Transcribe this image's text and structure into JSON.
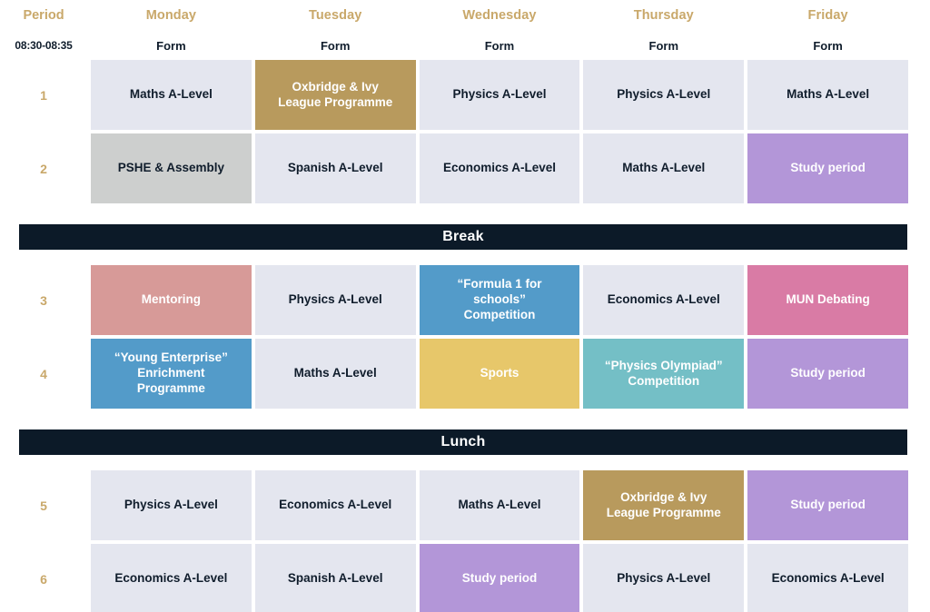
{
  "header": {
    "period_column_label": "Period",
    "time_label": "08:30-08:35",
    "days": [
      "Monday",
      "Tuesday",
      "Wednesday",
      "Thursday",
      "Friday"
    ],
    "form_label": "Form",
    "form_row": [
      "Form",
      "Form",
      "Form",
      "Form",
      "Form"
    ]
  },
  "colors": {
    "day_header": "#c9a86a",
    "period_number": "#c9a86a",
    "lesson_bg": "#e4e6ef",
    "lesson_text": "#101d2c",
    "grey": "#cdcfce",
    "gold": "#b89a5d",
    "purple": "#b396d8",
    "rose": "#d79a98",
    "blue": "#539bc9",
    "pink": "#d97ba5",
    "yellow": "#e7c76a",
    "teal": "#74bfc6",
    "bar_bg": "#0c1a28",
    "bar_text": "#ffffff"
  },
  "bars": {
    "break": "Break",
    "lunch": "Lunch"
  },
  "periods": [
    {
      "number": "1",
      "cells": [
        {
          "label": "Maths A-Level",
          "style": "c-lesson"
        },
        {
          "label": "Oxbridge & Ivy\nLeague Programme",
          "style": "c-gold"
        },
        {
          "label": "Physics A-Level",
          "style": "c-lesson"
        },
        {
          "label": "Physics A-Level",
          "style": "c-lesson"
        },
        {
          "label": "Maths A-Level",
          "style": "c-lesson"
        }
      ]
    },
    {
      "number": "2",
      "cells": [
        {
          "label": "PSHE & Assembly",
          "style": "c-grey"
        },
        {
          "label": "Spanish A-Level",
          "style": "c-lesson"
        },
        {
          "label": "Economics A-Level",
          "style": "c-lesson"
        },
        {
          "label": "Maths A-Level",
          "style": "c-lesson"
        },
        {
          "label": "Study period",
          "style": "c-purple"
        }
      ]
    },
    {
      "number": "3",
      "cells": [
        {
          "label": "Mentoring",
          "style": "c-rose"
        },
        {
          "label": "Physics A-Level",
          "style": "c-lesson"
        },
        {
          "label": "“Formula 1 for\nschools”\nCompetition",
          "style": "c-blue"
        },
        {
          "label": "Economics A-Level",
          "style": "c-lesson"
        },
        {
          "label": "MUN Debating",
          "style": "c-pink"
        }
      ]
    },
    {
      "number": "4",
      "cells": [
        {
          "label": "“Young Enterprise”\nEnrichment\nProgramme",
          "style": "c-blue"
        },
        {
          "label": "Maths A-Level",
          "style": "c-lesson"
        },
        {
          "label": "Sports",
          "style": "c-yellow"
        },
        {
          "label": "“Physics Olympiad”\nCompetition",
          "style": "c-teal"
        },
        {
          "label": "Study period",
          "style": "c-purple"
        }
      ]
    },
    {
      "number": "5",
      "cells": [
        {
          "label": "Physics A-Level",
          "style": "c-lesson"
        },
        {
          "label": "Economics A-Level",
          "style": "c-lesson"
        },
        {
          "label": "Maths A-Level",
          "style": "c-lesson"
        },
        {
          "label": "Oxbridge & Ivy\nLeague Programme",
          "style": "c-gold"
        },
        {
          "label": "Study period",
          "style": "c-purple"
        }
      ]
    },
    {
      "number": "6",
      "cells": [
        {
          "label": "Economics A-Level",
          "style": "c-lesson"
        },
        {
          "label": "Spanish A-Level",
          "style": "c-lesson"
        },
        {
          "label": "Study period",
          "style": "c-purple"
        },
        {
          "label": "Physics A-Level",
          "style": "c-lesson"
        },
        {
          "label": "Economics A-Level",
          "style": "c-lesson"
        }
      ]
    }
  ]
}
